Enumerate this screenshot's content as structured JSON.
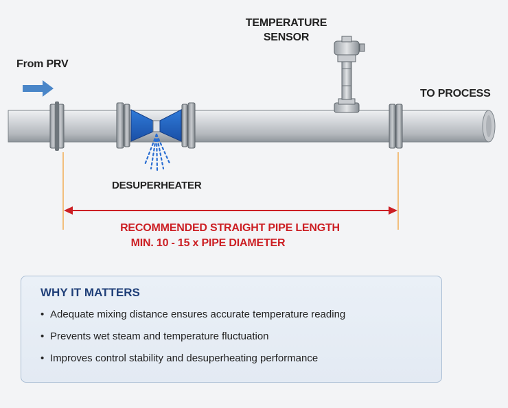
{
  "labels": {
    "from_prv": "From PRV",
    "temperature_sensor": [
      "TEMPERATURE",
      "SENSOR"
    ],
    "to_process": "TO PROCESS",
    "desuperheater": "DESUPERHEATER",
    "recommended": [
      "RECOMMENDED STRAIGHT PIPE LENGTH",
      "MIN. 10 - 15 x PIPE DIAMETER"
    ]
  },
  "why_panel": {
    "title": "WHY IT MATTERS",
    "items": [
      "Adequate mixing distance ensures accurate temperature reading",
      "Prevents wet steam and temperature fluctuation",
      "Improves control stability and desuperheating performance"
    ]
  },
  "colors": {
    "flow_arrow": "#4a86c8",
    "desuperheater": "#1f63c0",
    "dimension_line": "#cc1f24",
    "guide_line": "#f2a23a",
    "panel_title": "#1f3f78"
  },
  "icons": [
    "flow-arrow-icon",
    "temperature-sensor-icon",
    "spray-nozzle-icon"
  ]
}
